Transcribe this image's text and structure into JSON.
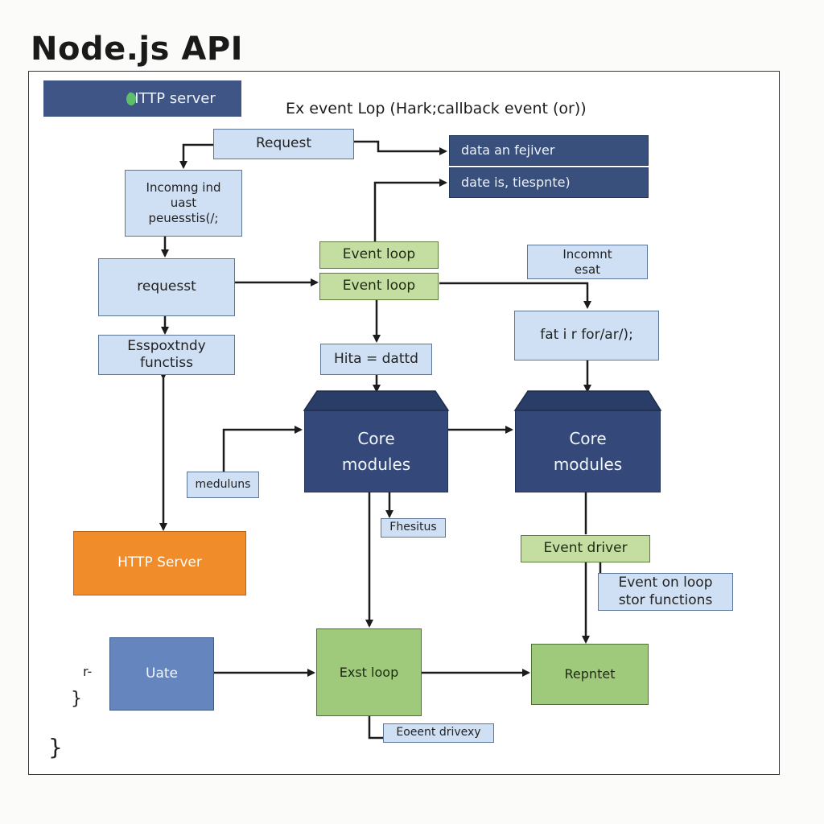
{
  "title": "Node.js API",
  "caption": "Ex event Lop (Hark;callback event (or))",
  "header_pill": {
    "label": "HTTP server"
  },
  "nodes": {
    "request": "Request",
    "incoming": "Incomng ind\nuast\npeuesstis(/;",
    "request2": "requesst",
    "esspo": "Esspoxtndy\nfunctiss",
    "data_top": "data an fejiver",
    "data_bottom": "date is, tiespnte)",
    "event_loop_1": "Event loop",
    "event_loop_2": "Event loop",
    "hita": "Hita = dattd",
    "core_left": "Core\nmodules",
    "core_right": "Core\nmodules",
    "incomnt": "Incomnt\nesat",
    "fat": "fat i r for/ar/);",
    "modules_label": "meduluns",
    "fhesitus": "Fhesitus",
    "event_driver": "Event driver",
    "event_on_loop": "Event on loop\nstor functions",
    "http_server": "HTTP Server",
    "uate": "Uate",
    "exst_loop": "Exst loop",
    "repntet": "Repntet",
    "eoeent": "Eoeent drivexy"
  },
  "braces": {
    "a": "r-",
    "b": "}",
    "c": "}"
  },
  "colors": {
    "navy": "#394f7c",
    "light_blue": "#cfe0f4",
    "green": "#c4dea1",
    "green_dark": "#9fca7b",
    "orange": "#f08c2a",
    "blue": "#6585bf"
  }
}
